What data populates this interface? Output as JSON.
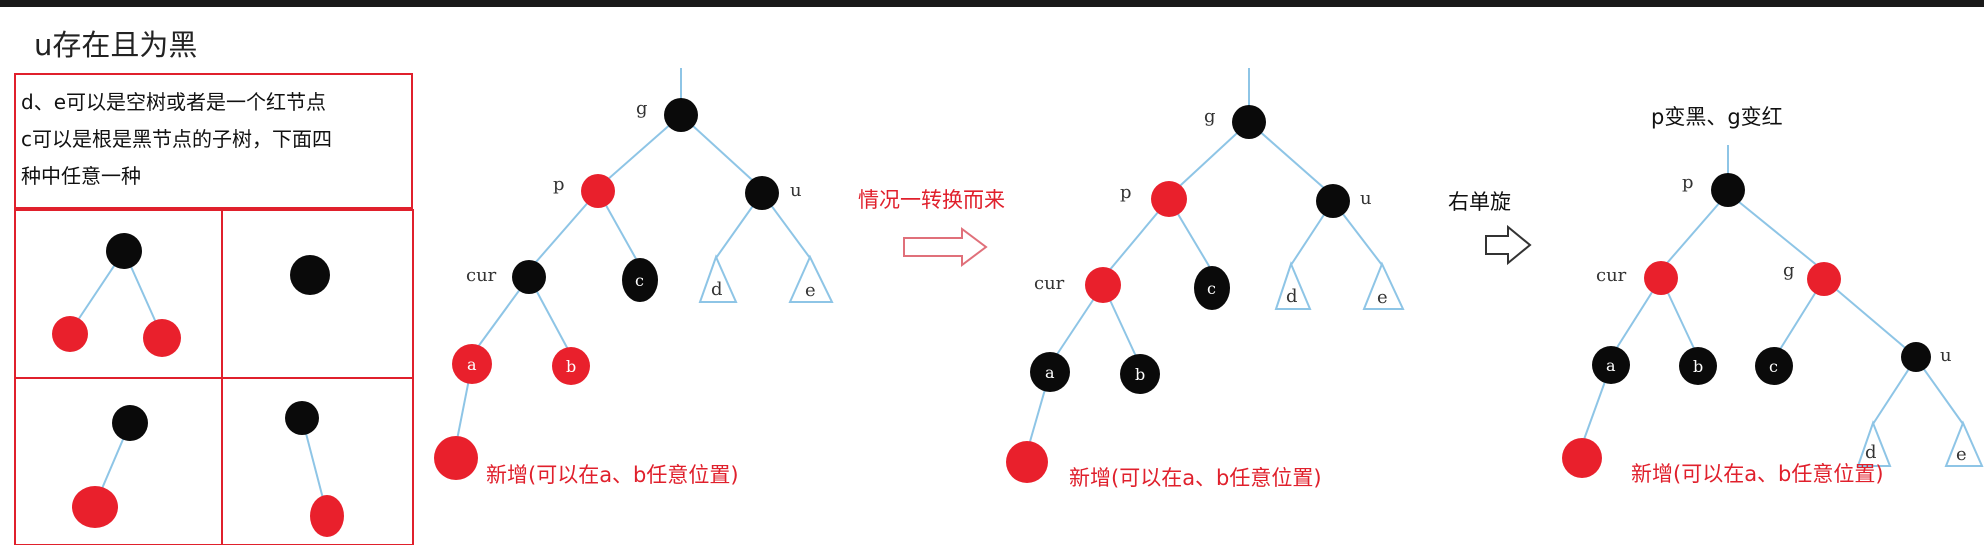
{
  "title": "u存在且为黑",
  "description": [
    "d、e可以是空树或者是一个红节点",
    "c可以是根是黑节点的子树，下面四",
    "种中任意一种"
  ],
  "step1_caption": "情况一转换而来",
  "step2_caption": "右单旋",
  "step3_caption": "p变黑、g变红",
  "new_node_note": "新增(可以在a、b任意位置)",
  "labels": {
    "g": "g",
    "p": "p",
    "u": "u",
    "cur": "cur",
    "a": "a",
    "b": "b",
    "c": "c",
    "d": "d",
    "e": "e"
  },
  "colors": {
    "red_node": "#e9202c",
    "black_node": "#0a0a0a",
    "edge": "#8ec5e6",
    "box_border": "#e0202c",
    "caption_red": "#e0202c"
  }
}
